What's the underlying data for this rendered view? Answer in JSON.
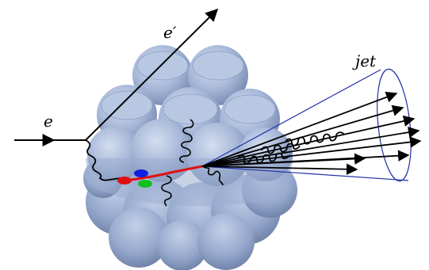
{
  "labels": {
    "incoming_electron": "e",
    "scattered_electron": "e′",
    "jet": "jet"
  },
  "colors": {
    "nucleon_fill": "#a7b8d8",
    "nucleon_highlight": "#c9d5ea",
    "nucleon_shadow": "#7f90b4",
    "jet_cone": "#1f2fa8",
    "quark_red": "#e01010",
    "quark_blue": "#1020e0",
    "quark_green": "#10c020",
    "lines": "#000000"
  },
  "icons": [
    "nucleus-sphere",
    "gluon-coil",
    "photon-wavy-line",
    "jet-cone",
    "arrow"
  ]
}
